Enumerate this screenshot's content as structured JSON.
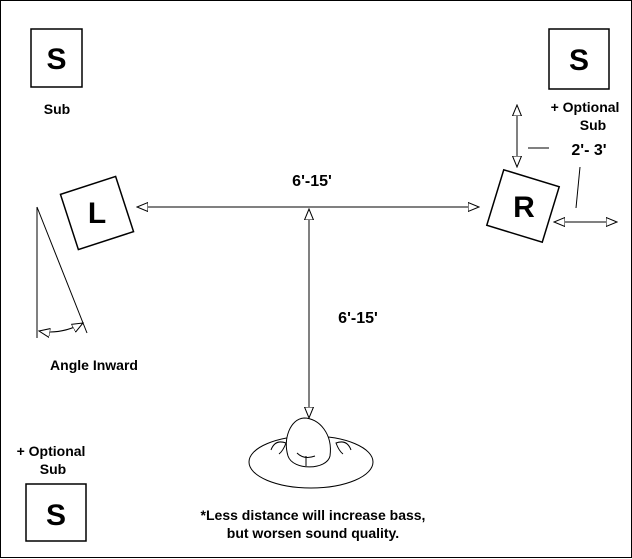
{
  "speakers": {
    "sub_top_left": "S",
    "sub_top_right": "S",
    "sub_bottom_left": "S",
    "left": "L",
    "right": "R"
  },
  "labels": {
    "sub": "Sub",
    "optional_sub_top_line1": "+ Optional",
    "optional_sub_top_line2": "Sub",
    "optional_sub_bottom_line1": "+ Optional",
    "optional_sub_bottom_line2": "Sub",
    "angle_inward": "Angle Inward"
  },
  "dimensions": {
    "speaker_spacing": "6'-15'",
    "listener_distance": "6'-15'",
    "wall_distance": "2'- 3'"
  },
  "note": {
    "line1": "*Less distance will increase bass,",
    "line2": "but worsen sound quality."
  }
}
